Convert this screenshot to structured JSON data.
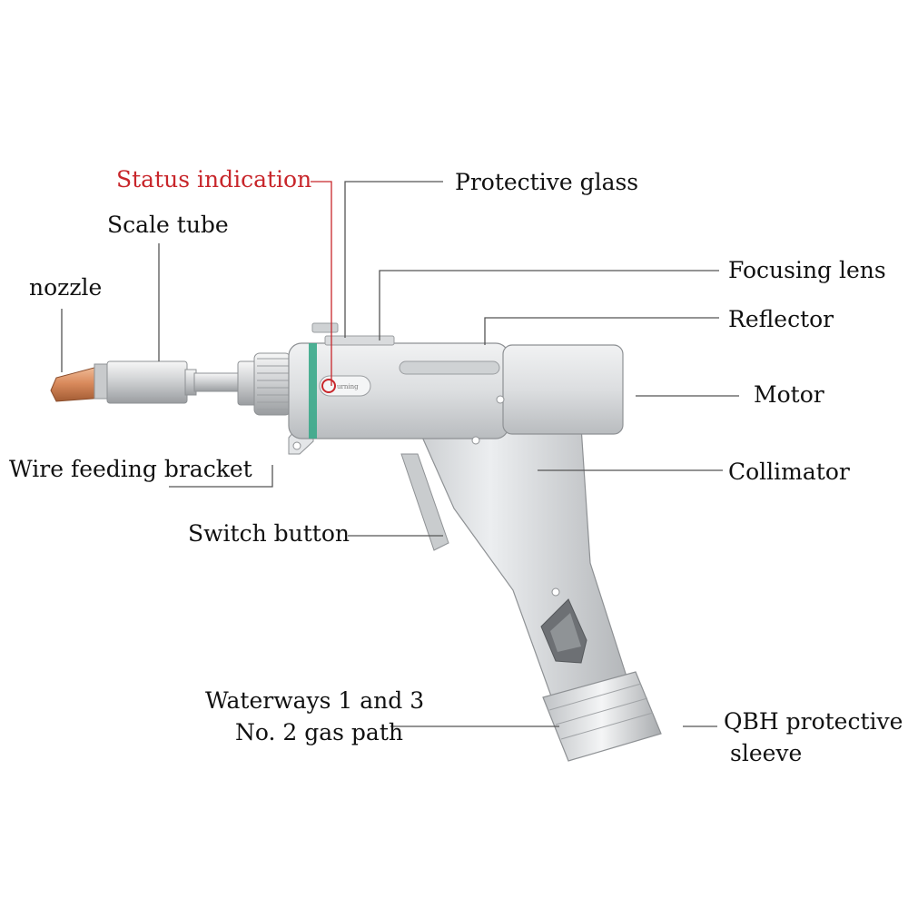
{
  "labels": {
    "status_indication": "Status indication",
    "protective_glass": "Protective glass",
    "scale_tube": "Scale tube",
    "nozzle": "nozzle",
    "focusing_lens": "Focusing lens",
    "reflector": "Reflector",
    "motor": "Motor",
    "wire_feeding_bracket": "Wire feeding bracket",
    "collimator": "Collimator",
    "switch_button": "Switch button",
    "waterways_line1": "Waterways 1 and 3",
    "waterways_line2": "No. 2 gas path",
    "qbh_line1": "QBH protective",
    "qbh_line2": "sleeve"
  },
  "device": {
    "status_badge_text": "urning"
  },
  "colors": {
    "status_label": "#c8262b",
    "nozzle_copper": "#d98a5c",
    "indicator_ring": "#3aa88a",
    "body_silver": "#d8dadc"
  }
}
